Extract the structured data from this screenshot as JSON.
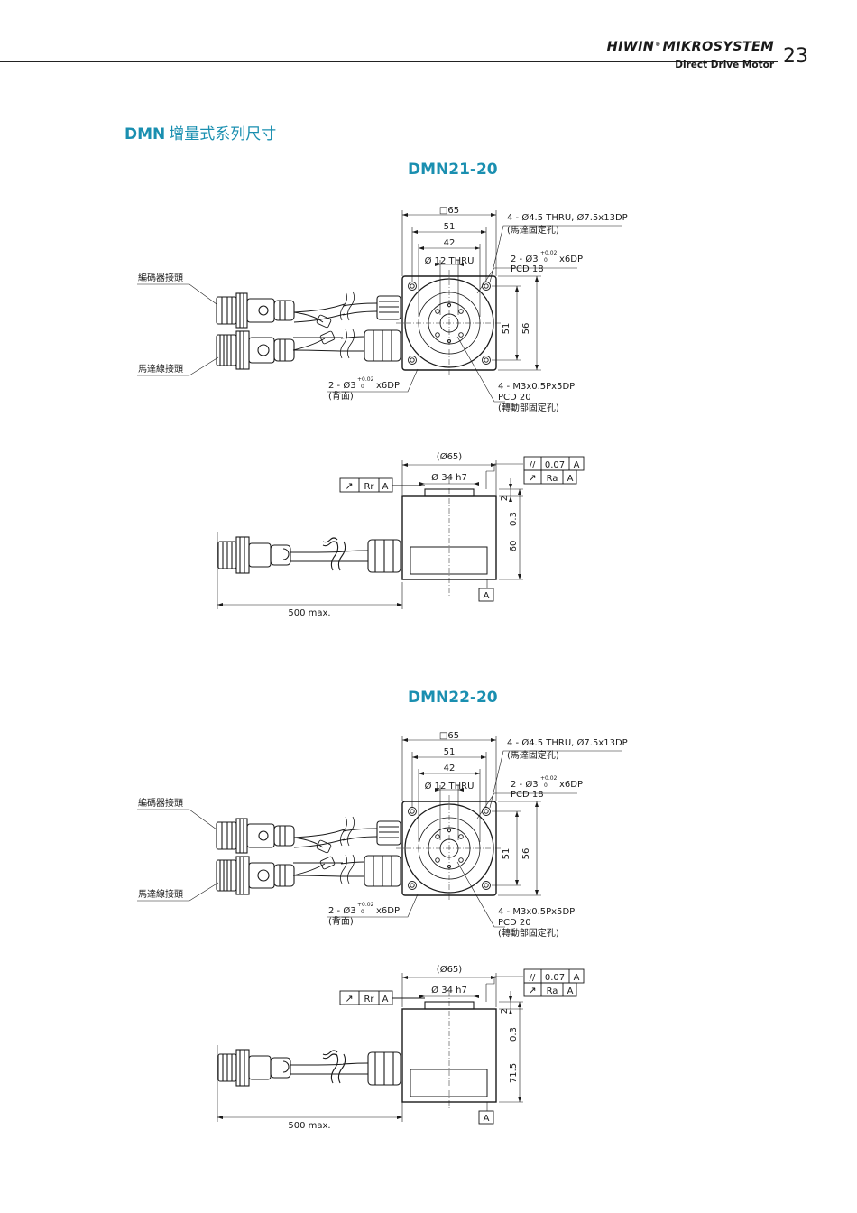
{
  "header": {
    "brand": "HIWIN",
    "brand_mark": "®",
    "brand_suffix": "MIKROSYSTEM",
    "tagline": "Direct Drive Motor",
    "page_number": "23"
  },
  "section": {
    "title_prefix": "DMN",
    "title_cn": "增量式系列尺寸"
  },
  "models": [
    {
      "name": "DMN21-20",
      "top_view": {
        "encoder_connector": "編碼器接頭",
        "motor_connector": "馬達線接頭",
        "square": "□65",
        "dim_51": "51",
        "dim_42": "42",
        "thru": "Ø 12 THRU",
        "mount_holes": "4 - Ø4.5 THRU, Ø7.5x13DP",
        "mount_holes_note": "(馬達固定孔)",
        "pin_front": "2 - Ø3",
        "pin_tol_upper": "+0.02",
        "pin_tol_lower": "0",
        "pin_depth": "x6DP",
        "pin_pcd": "PCD 18",
        "pin_back": "2 - Ø3",
        "pin_back_note": "(背面)",
        "rotor_holes": "4 - M3x0.5Px5DP",
        "rotor_pcd": "PCD 20",
        "rotor_note": "(轉動部固定孔)",
        "side_51": "51",
        "side_56": "56"
      },
      "side_view": {
        "outer_dia": "(Ø65)",
        "shaft_dia": "Ø 34 h7",
        "runout_symbol": "↗",
        "runout_label": "Rr",
        "datum": "A",
        "parallel_symbol": "//",
        "parallel_tol": "0.07",
        "ra_label": "Ra",
        "step": "2",
        "height": "60",
        "height_tol": "0.3",
        "cable_length": "500 max."
      }
    },
    {
      "name": "DMN22-20",
      "top_view": {
        "encoder_connector": "編碼器接頭",
        "motor_connector": "馬達線接頭",
        "square": "□65",
        "dim_51": "51",
        "dim_42": "42",
        "thru": "Ø 12 THRU",
        "mount_holes": "4 - Ø4.5 THRU, Ø7.5x13DP",
        "mount_holes_note": "(馬達固定孔)",
        "pin_front": "2 - Ø3",
        "pin_tol_upper": "+0.02",
        "pin_tol_lower": "0",
        "pin_depth": "x6DP",
        "pin_pcd": "PCD 18",
        "pin_back": "2 - Ø3",
        "pin_back_note": "(背面)",
        "rotor_holes": "4 - M3x0.5Px5DP",
        "rotor_pcd": "PCD 20",
        "rotor_note": "(轉動部固定孔)",
        "side_51": "51",
        "side_56": "56"
      },
      "side_view": {
        "outer_dia": "(Ø65)",
        "shaft_dia": "Ø 34 h7",
        "runout_symbol": "↗",
        "runout_label": "Rr",
        "datum": "A",
        "parallel_symbol": "//",
        "parallel_tol": "0.07",
        "ra_label": "Ra",
        "step": "2",
        "height": "71.5",
        "height_tol": "0.3",
        "cable_length": "500 max."
      }
    }
  ]
}
